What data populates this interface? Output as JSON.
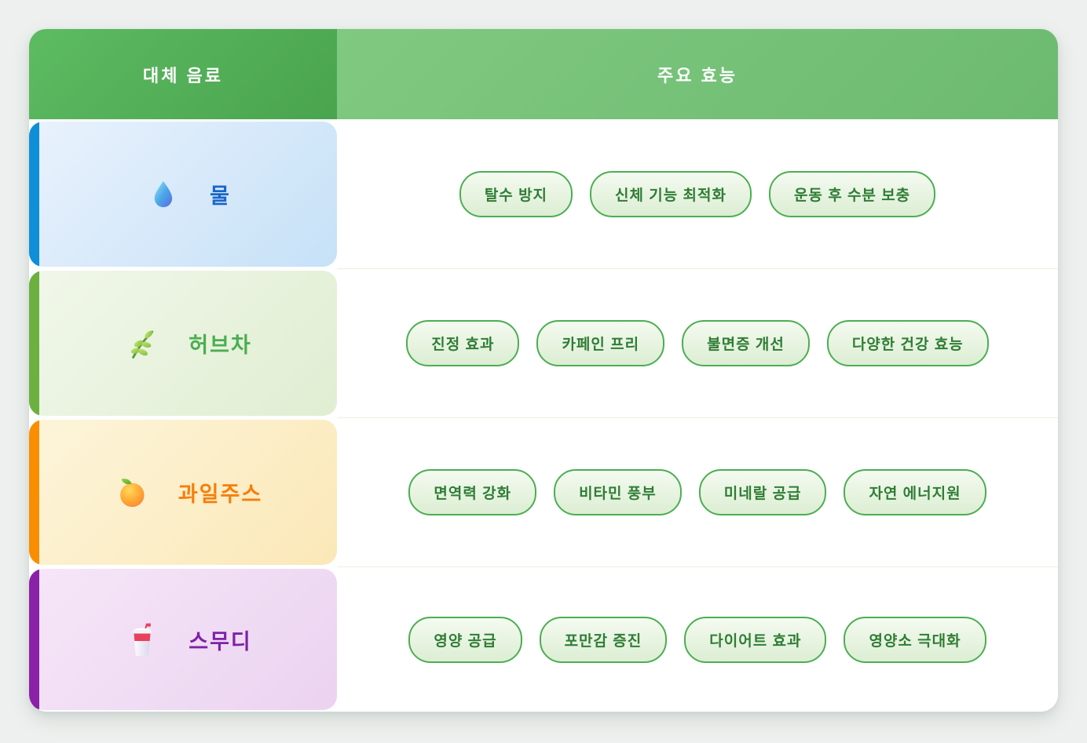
{
  "table": {
    "headers": [
      {
        "label": "대체 음료"
      },
      {
        "label": "주요 효능"
      }
    ],
    "header_style": {
      "left_bg_start": "#5dbb61",
      "left_bg_end": "#4aa44f",
      "right_bg_start": "#80c981",
      "right_bg_end": "#6cba70",
      "text_color": "#ffffff"
    },
    "rows": [
      {
        "name": "물",
        "icon": "water-drop",
        "colors": {
          "strip": "#0e8fd8",
          "bg_start": "#e9f2fd",
          "bg_end": "#c6e1f7",
          "text": "#1a66c9"
        },
        "benefits": [
          "탈수 방지",
          "신체 기능 최적화",
          "운동 후 수분 보충"
        ]
      },
      {
        "name": "허브차",
        "icon": "herb",
        "colors": {
          "strip": "#6cb140",
          "bg_start": "#f1f7ea",
          "bg_end": "#e0eed2",
          "text": "#4aae50"
        },
        "benefits": [
          "진정 효과",
          "카페인 프리",
          "불면증 개선",
          "다양한 건강 효능"
        ]
      },
      {
        "name": "과일주스",
        "icon": "orange",
        "colors": {
          "strip": "#f98e00",
          "bg_start": "#fdf5da",
          "bg_end": "#fbe8b8",
          "text": "#f57f0a"
        },
        "benefits": [
          "면역력 강화",
          "비타민 풍부",
          "미네랄 공급",
          "자연 에너지원"
        ]
      },
      {
        "name": "스무디",
        "icon": "smoothie-cup",
        "colors": {
          "strip": "#8b21a8",
          "bg_start": "#f6e6f8",
          "bg_end": "#ebd3f0",
          "text": "#7d22a6"
        },
        "benefits": [
          "영양 공급",
          "포만감 증진",
          "다이어트 효과",
          "영양소 극대화"
        ]
      }
    ],
    "pill_style": {
      "border": "#4cae52",
      "text": "#2f7d35",
      "bg_start": "#f4faf0",
      "bg_end": "#dceed3"
    },
    "divider_color": "#f0eee1"
  },
  "chart_data": {
    "type": "table",
    "columns": [
      "대체 음료",
      "주요 효능"
    ],
    "rows": [
      {
        "beverage": "물",
        "benefits": [
          "탈수 방지",
          "신체 기능 최적화",
          "운동 후 수분 보충"
        ]
      },
      {
        "beverage": "허브차",
        "benefits": [
          "진정 효과",
          "카페인 프리",
          "불면증 개선",
          "다양한 건강 효능"
        ]
      },
      {
        "beverage": "과일주스",
        "benefits": [
          "면역력 강화",
          "비타민 풍부",
          "미네랄 공급",
          "자연 에너지원"
        ]
      },
      {
        "beverage": "스무디",
        "benefits": [
          "영양 공급",
          "포만감 증진",
          "다이어트 효과",
          "영양소 극대화"
        ]
      }
    ]
  }
}
